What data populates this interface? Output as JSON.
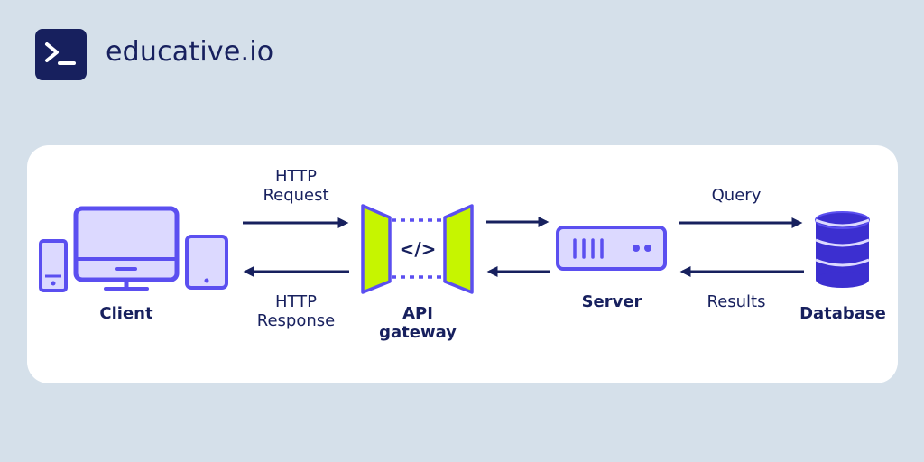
{
  "brand": {
    "name": "educative.io",
    "logo_icon": "terminal-prompt-icon",
    "color": "#17205e"
  },
  "diagram": {
    "nodes": {
      "client": "Client",
      "gateway_line1": "API",
      "gateway_line2": "gateway",
      "gateway_symbol": "</>",
      "server": "Server",
      "database": "Database"
    },
    "edges": {
      "http_request_line1": "HTTP",
      "http_request_line2": "Request",
      "http_response_line1": "HTTP",
      "http_response_line2": "Response",
      "query": "Query",
      "results": "Results"
    },
    "colors": {
      "background": "#d5e0ea",
      "card": "#ffffff",
      "node_stroke": "#5b4ff0",
      "node_fill": "#dcd9ff",
      "database_fill": "#3c2fd0",
      "gateway_fill": "#c6f500",
      "arrow": "#17205e"
    }
  }
}
